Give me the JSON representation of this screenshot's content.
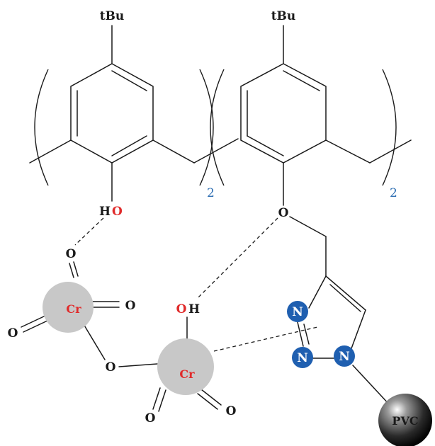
{
  "labels": {
    "tbu_left": "tBu",
    "tbu_right": "tBu",
    "h_left": "H",
    "o_phenol": "O",
    "o_ether": "O",
    "sub_left": "2",
    "sub_right": "2",
    "o_top": "O",
    "o_cr1_right": "O",
    "o_cr1_left": "O",
    "o_bridge": "O",
    "cr1": "Cr",
    "cr2": "Cr",
    "o_hydroxyl": "O",
    "h_hydroxyl": "H",
    "o_cr2_bl": "O",
    "o_cr2_br": "O",
    "n1": "N",
    "n2": "N",
    "n3": "N",
    "pvc": "PVC"
  },
  "colors": {
    "chromium_sphere": "#c8c8c8",
    "nitrogen_fill": "#1f5fb0",
    "oxygen_red": "#e02b2b",
    "subscript_blue": "#2f6fb3",
    "pvc_sphere": "#2a2a2a"
  }
}
